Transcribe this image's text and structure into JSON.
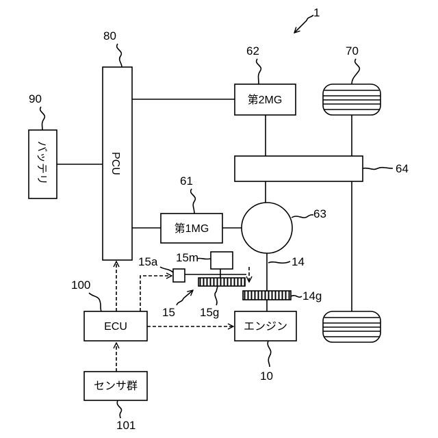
{
  "figure_number": "1",
  "components": {
    "pcu": {
      "ref": "80",
      "label": "PCU"
    },
    "battery": {
      "ref": "90",
      "label": "バッテリ"
    },
    "mg2": {
      "ref": "62",
      "label": "第2MG"
    },
    "mg1": {
      "ref": "61",
      "label": "第1MG"
    },
    "wheel": {
      "ref": "70"
    },
    "gear_unit": {
      "ref": "64"
    },
    "power_split": {
      "ref": "63"
    },
    "shaft": {
      "ref": "14"
    },
    "shaft_gear": {
      "ref": "14g"
    },
    "engine": {
      "ref": "10",
      "label": "エンジン"
    },
    "ecu": {
      "ref": "100",
      "label": "ECU"
    },
    "sensors": {
      "ref": "101",
      "label": "センサ群"
    },
    "starter": {
      "ref": "15"
    },
    "starter_a": {
      "ref": "15a"
    },
    "starter_motor": {
      "ref": "15m"
    },
    "starter_gear": {
      "ref": "15g"
    }
  }
}
